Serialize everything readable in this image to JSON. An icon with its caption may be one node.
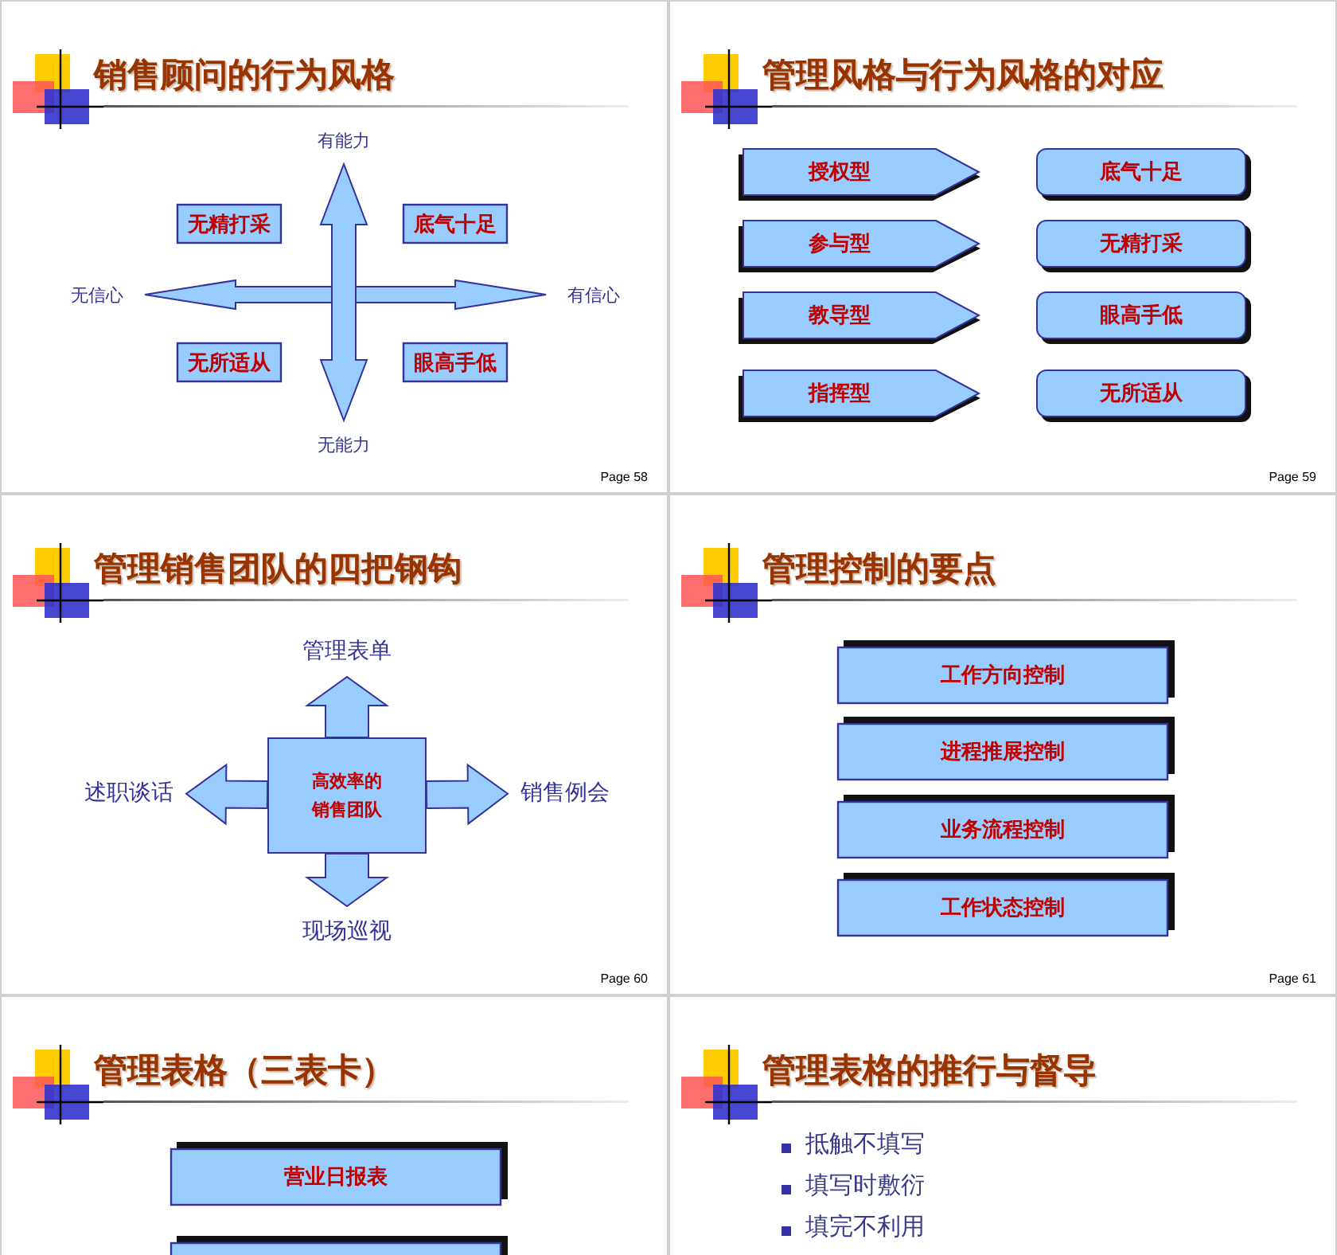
{
  "diagram": {
    "nodes": [
      {
        "text": [
          "销售顾问的行为风格",
          "Page 58"
        ]
      },
      {
        "text": [
          "有能力"
        ],
        "in": 0
      },
      {
        "text": [
          "无精打采"
        ],
        "in": 0
      },
      {
        "text": [
          "底气十足"
        ],
        "in": 0
      },
      {
        "text": [
          "无信心"
        ],
        "in": 0
      },
      {
        "text": [
          "有信心"
        ],
        "in": 0
      },
      {
        "text": [
          "无所适从"
        ],
        "in": 0
      },
      {
        "text": [
          "眼高手低"
        ],
        "in": 0
      },
      {
        "text": [
          "无能力"
        ],
        "in": 0
      },
      {
        "text": [
          "管理风格与行为风格的对应",
          "Page 59"
        ]
      },
      {
        "text": [
          "授权型"
        ],
        "in": 9
      },
      {
        "text": [
          "底气十足"
        ],
        "in": 9
      },
      {
        "text": [
          "参与型"
        ],
        "in": 9
      },
      {
        "text": [
          "无精打采"
        ],
        "in": 9
      },
      {
        "text": [
          "教导型"
        ],
        "in": 9
      },
      {
        "text": [
          "眼高手低"
        ],
        "in": 9
      },
      {
        "text": [
          "指挥型"
        ],
        "in": 9
      },
      {
        "text": [
          "无所适从"
        ],
        "in": 9
      },
      {
        "text": [
          "管理销售团队的四把钢钩",
          "Page 60"
        ]
      },
      {
        "text": [
          "管理表单"
        ],
        "in": 18
      },
      {
        "text": [
          "述职谈话"
        ],
        "in": 18
      },
      {
        "text": [
          "高效率的销售团队"
        ],
        "in": 18
      },
      {
        "text": [
          "销售例会"
        ],
        "in": 18
      },
      {
        "text": [
          "现场巡视"
        ],
        "in": 18
      },
      {
        "text": [
          "管理控制的要点",
          "Page 61"
        ]
      },
      {
        "text": [
          "工作方向控制"
        ],
        "in": 24
      },
      {
        "text": [
          "进程推展控制"
        ],
        "in": 24
      },
      {
        "text": [
          "业务流程控制"
        ],
        "in": 24
      },
      {
        "text": [
          "工作状态控制"
        ],
        "in": 24
      },
      {
        "text": [
          "管理表格（三表卡）"
        ]
      },
      {
        "text": [
          "营业日报表"
        ],
        "in": 29
      },
      {
        "text": [],
        "shape": "box",
        "in": 29
      },
      {
        "text": [
          "管理表格的推行与督导",
          "抵触不填写",
          "填写时敷衍",
          "填完不利用"
        ]
      }
    ],
    "edges": [
      {
        "from": 4,
        "to": 5,
        "arrow": "both"
      },
      {
        "from": 1,
        "to": 8,
        "arrow": "both"
      },
      {
        "from": 21,
        "to": 19,
        "arrow": "to"
      },
      {
        "from": 21,
        "to": 20,
        "arrow": "to"
      },
      {
        "from": 21,
        "to": 22,
        "arrow": "to"
      },
      {
        "from": 21,
        "to": 23,
        "arrow": "to"
      }
    ]
  }
}
